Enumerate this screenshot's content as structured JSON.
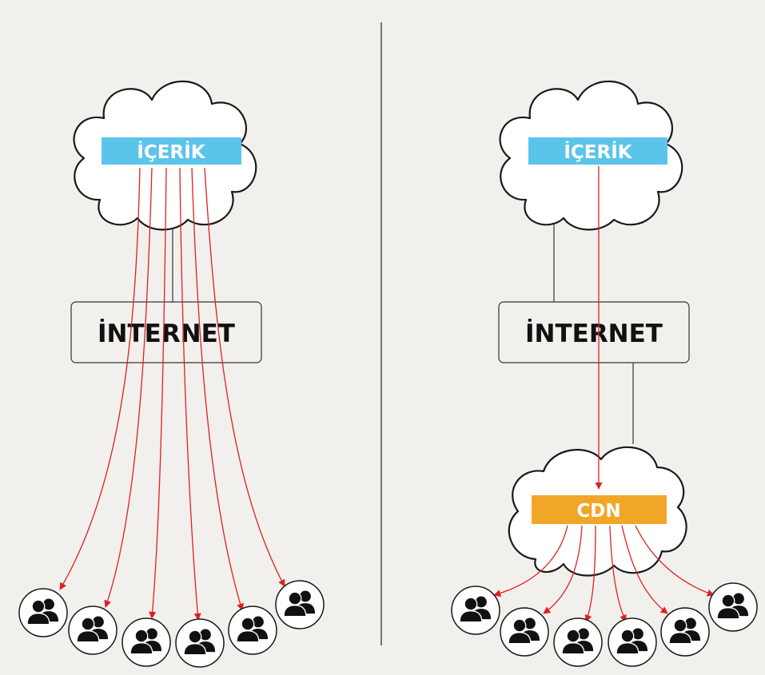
{
  "left_panel": {
    "content_label": "İÇERİK",
    "internet_label": "İNTERNET",
    "user_count": 6
  },
  "right_panel": {
    "content_label": "İÇERİK",
    "internet_label": "İNTERNET",
    "cdn_label": "CDN",
    "user_count": 6
  },
  "colors": {
    "background": "#f1f0ed",
    "content_box": "#5bc4ea",
    "cdn_box": "#f2a627",
    "arrow": "#e02020",
    "outline": "#1a1a1a"
  }
}
